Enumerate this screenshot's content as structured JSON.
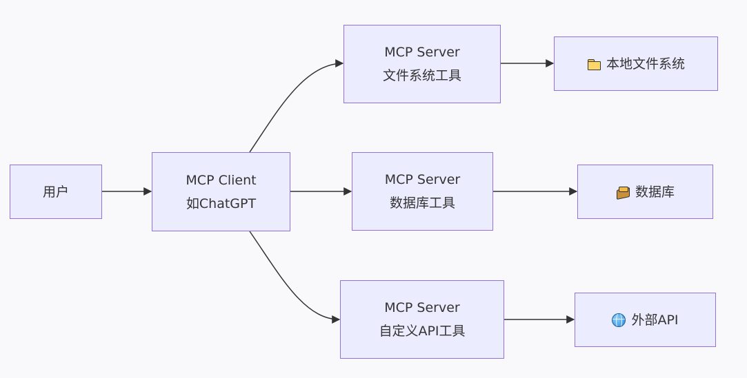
{
  "nodes": {
    "user": {
      "label": "用户"
    },
    "client": {
      "line1": "MCP Client",
      "line2": "如ChatGPT"
    },
    "server_fs": {
      "line1": "MCP Server",
      "line2": "文件系统工具"
    },
    "server_db": {
      "line1": "MCP Server",
      "line2": "数据库工具"
    },
    "server_custom": {
      "line1": "MCP Server",
      "line2": "自定义API工具"
    },
    "local_fs": {
      "icon": "folder-icon",
      "label": "本地文件系统"
    },
    "database": {
      "icon": "package-icon",
      "label": "数据库"
    },
    "external_api": {
      "icon": "globe-icon",
      "label": "外部API"
    }
  },
  "colors": {
    "background": "#f9f9fb",
    "node_fill": "#ececff",
    "node_border": "#9370db",
    "edge": "#333333",
    "text": "#333333"
  }
}
